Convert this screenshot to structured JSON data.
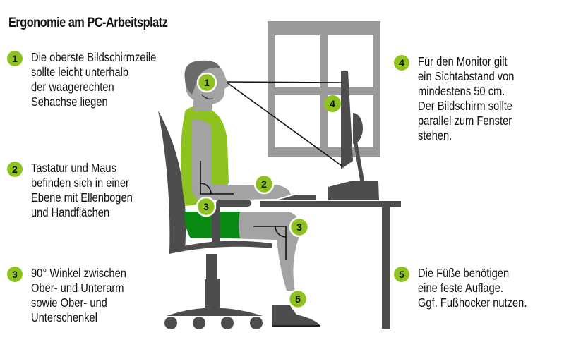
{
  "title": "Ergonomie am PC-Arbeitsplatz",
  "colors": {
    "accent_green": "#8dc21f",
    "shorts_green": "#098a12",
    "dark_gray": "#4d4d4d",
    "mid_gray": "#a3a3a3",
    "window_gray": "#9a9a9a"
  },
  "notes": [
    {
      "number": "1",
      "lines": [
        "Die oberste Bildschirmzeile",
        "sollte leicht unterhalb",
        "der waagerechten",
        "Sehachse liegen"
      ]
    },
    {
      "number": "2",
      "lines": [
        "Tastatur und Maus",
        "befinden sich in einer",
        "Ebene mit Ellenbogen",
        "und Handflächen"
      ]
    },
    {
      "number": "3",
      "lines": [
        "90° Winkel zwischen",
        "Ober- und Unterarm",
        "sowie Ober- und",
        "Unterschenkel"
      ]
    },
    {
      "number": "4",
      "lines": [
        "Für den Monitor gilt",
        "ein Sichtabstand von",
        "mindestens 50 cm.",
        "Der Bildschirm sollte",
        "parallel zum Fenster",
        "stehen."
      ]
    },
    {
      "number": "5",
      "lines": [
        "Die Füße benötigen",
        "eine feste Auflage.",
        "Ggf. Fußhocker nutzen."
      ]
    }
  ],
  "illustration_markers": {
    "eye": "1",
    "hands": "2",
    "elbow": "3",
    "knee": "3",
    "monitor": "4",
    "feet": "5"
  },
  "icons": {
    "badge": "numbered-green-circle",
    "right-angle": "right-angle-marker"
  }
}
